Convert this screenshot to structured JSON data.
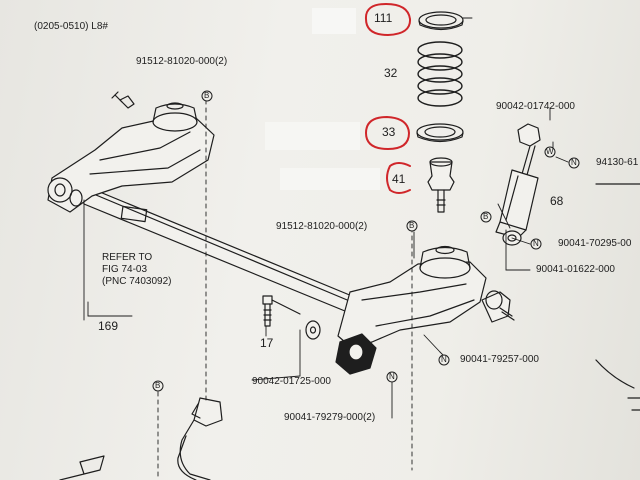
{
  "header": {
    "range": "(0205-0510) L8#"
  },
  "refs": {
    "refer_line1": "REFER TO",
    "refer_line2": "FIG  74-03",
    "refer_line3": "(PNC 7403092)"
  },
  "parts": {
    "p111": "111",
    "p32": "32",
    "p33": "33",
    "p41": "41",
    "p68": "68",
    "p169": "169",
    "p17": "17",
    "bolt_top": "91512-81020-000(2)",
    "bolt_mid": "91512-81020-000(2)",
    "shock_top": "90042-01742-000",
    "shock_nut": "94130-61",
    "shock_n1": "90041-70295-00",
    "shock_n2": "90041-01622-000",
    "nut_axle": "90041-79257-000",
    "washer": "90042-01725-000",
    "nut_bush": "90041-79279-000(2)"
  },
  "markers": {
    "b": "B",
    "w": "W",
    "n": "N"
  },
  "colors": {
    "ink": "#1e1e1e",
    "highlight": "#d0262a",
    "paper": "#efeee9"
  }
}
